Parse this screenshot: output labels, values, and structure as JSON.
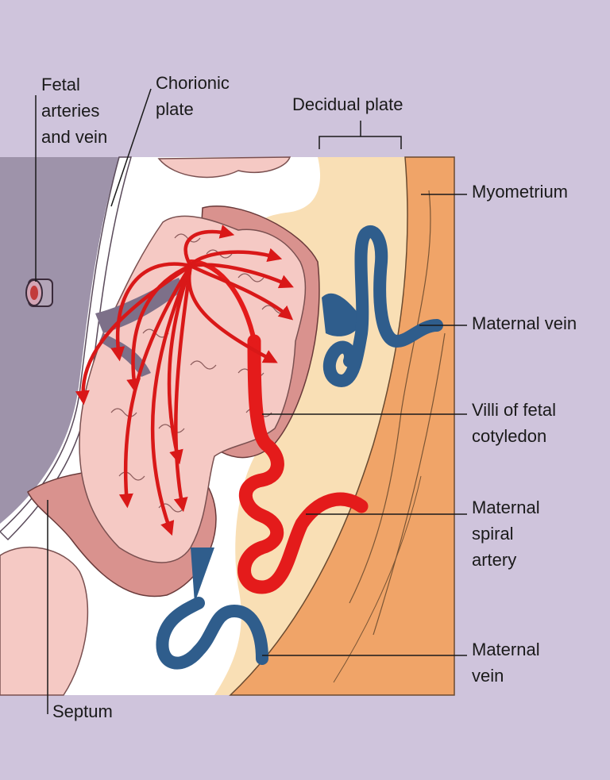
{
  "labels": {
    "fetal_vessels": [
      "Fetal",
      "arteries",
      "and vein"
    ],
    "chorionic_plate": [
      "Chorionic",
      "plate"
    ],
    "decidual_plate": "Decidual plate",
    "myometrium": "Myometrium",
    "maternal_vein_upper": "Maternal vein",
    "villi": [
      "Villi of fetal",
      "cotyledon"
    ],
    "spiral_artery": [
      "Maternal",
      "spiral",
      "artery"
    ],
    "maternal_vein_lower": [
      "Maternal",
      "vein"
    ],
    "septum": "Septum"
  },
  "colors": {
    "page_background": "#cfc4dc",
    "fetal_side": "#9e93aa",
    "myometrium": "#f0a468",
    "decidua": "#f9dfb5",
    "villi": "#f5c9c4",
    "septum": "#d9928e",
    "maternal_artery": "#e41b1b",
    "maternal_vein": "#2f5d8c",
    "blood_flow_arrows": "#d91818"
  }
}
